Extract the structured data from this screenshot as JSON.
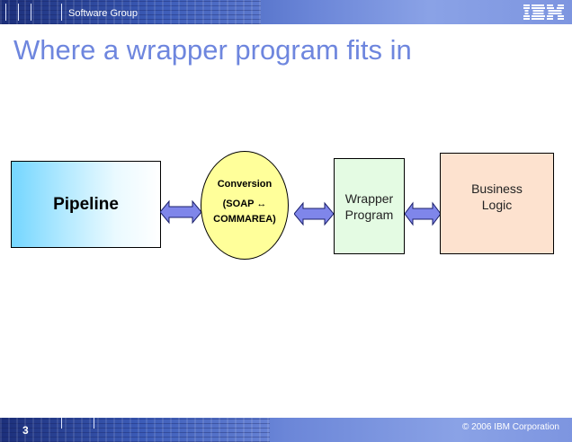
{
  "header": {
    "group_label": "Software Group",
    "logo_text": "IBM"
  },
  "slide": {
    "title": "Where a wrapper program fits in"
  },
  "diagram": {
    "nodes": {
      "pipeline": "Pipeline",
      "conversion_line1": "Conversion",
      "conversion_line2": "(SOAP ↔",
      "conversion_line3": "COMMAREA)",
      "wrapper_line1": "Wrapper",
      "wrapper_line2": "Program",
      "business_line1": "Business",
      "business_line2": "Logic"
    },
    "colors": {
      "pipeline_fill": "#74d6ff",
      "conversion_fill": "#ffff9a",
      "wrapper_fill": "#e4fbe3",
      "business_fill": "#fde2cf",
      "arrow_fill": "#7f86ea",
      "title_color": "#6e86de"
    }
  },
  "footer": {
    "page_number": "3",
    "copyright": "© 2006 IBM Corporation"
  }
}
